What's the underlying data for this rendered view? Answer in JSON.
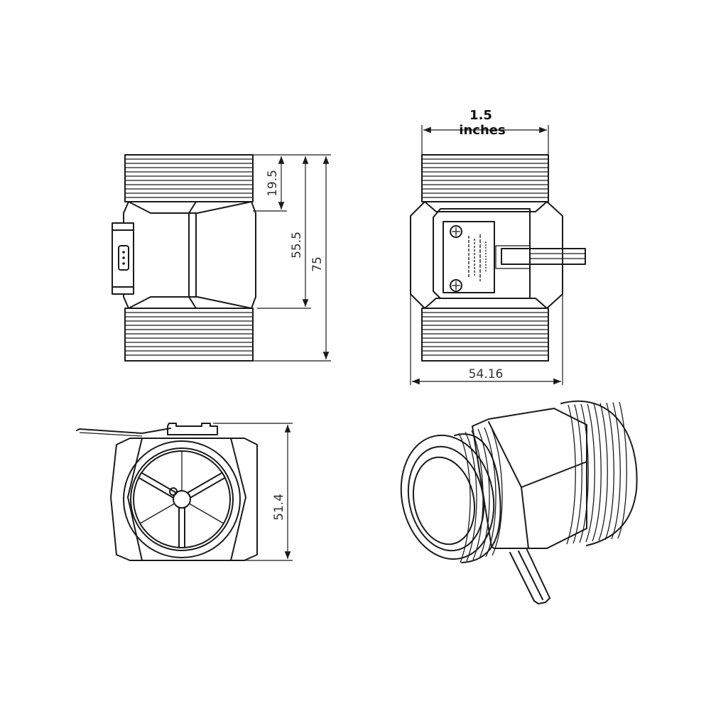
{
  "dimensions": {
    "side_thread_length": "19.5",
    "side_body_length": "55.5",
    "side_total_length": "75",
    "front_width_top_value": "1.5",
    "front_width_top_unit": "inches",
    "front_width_bottom": "54.16",
    "end_height": "51.4"
  },
  "colors": {
    "line": "#1a1a1a",
    "background": "#ffffff"
  }
}
